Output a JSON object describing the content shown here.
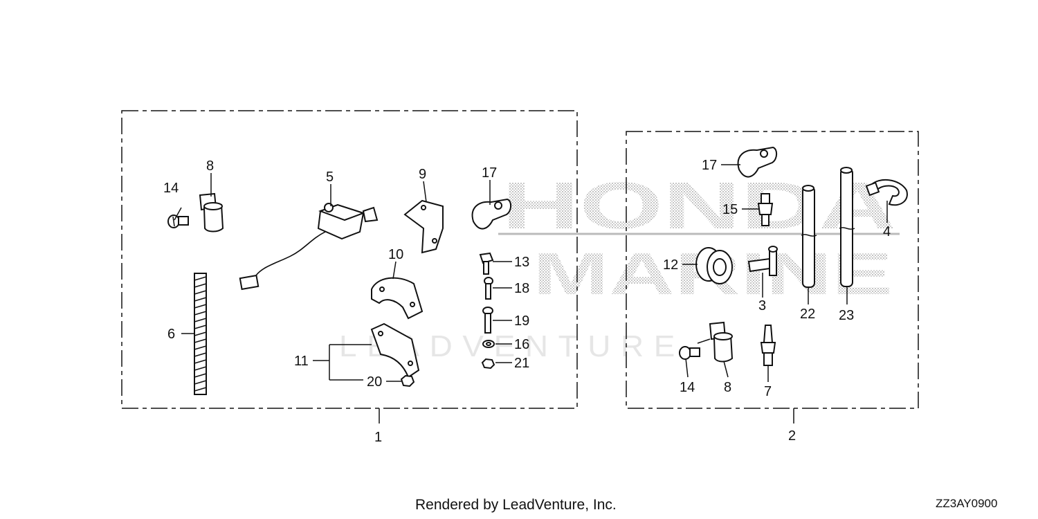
{
  "watermark": {
    "brand_line1": "HONDA",
    "brand_line2": "MARINE",
    "dealer": "LEADVENTURE"
  },
  "footer": {
    "rendered_by": "Rendered by LeadVenture, Inc.",
    "drawing_code": "ZZ3AY0900"
  },
  "assembly_labels": {
    "kit_1": "1",
    "kit_2": "2"
  },
  "callouts_left": {
    "p14": "14",
    "p8": "8",
    "p5": "5",
    "p9": "9",
    "p17": "17",
    "p10": "10",
    "p13": "13",
    "p18": "18",
    "p19": "19",
    "p16": "16",
    "p21": "21",
    "p6": "6",
    "p11": "11",
    "p20": "20"
  },
  "callouts_right": {
    "p17": "17",
    "p15": "15",
    "p4": "4",
    "p12": "12",
    "p3": "3",
    "p22": "22",
    "p23": "23",
    "p14": "14",
    "p8": "8",
    "p7": "7"
  }
}
